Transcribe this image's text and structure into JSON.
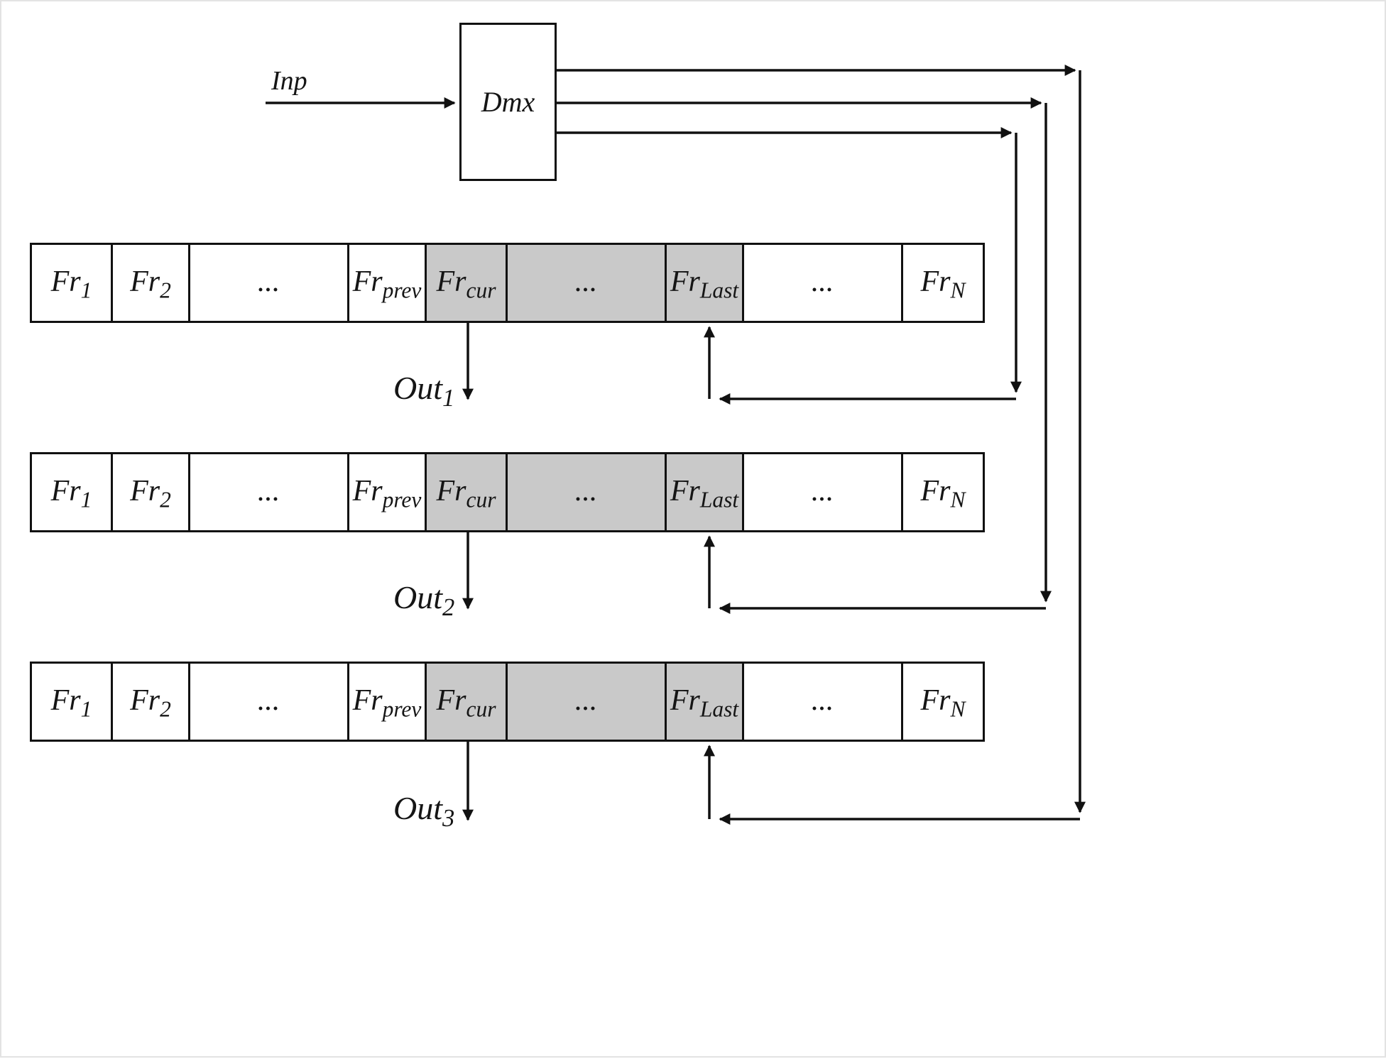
{
  "figure": {
    "input": {
      "label": "Inp"
    },
    "demux": {
      "label": "Dmx"
    },
    "rows": [
      {
        "out_label": {
          "base": "Out",
          "sub": "1"
        },
        "cells": [
          {
            "base": "Fr",
            "sub": "1",
            "shaded": false
          },
          {
            "base": "Fr",
            "sub": "2",
            "shaded": false
          },
          {
            "base": "...",
            "sub": "",
            "shaded": false
          },
          {
            "base": "Fr",
            "sub": "prev",
            "shaded": false
          },
          {
            "base": "Fr",
            "sub": "cur",
            "shaded": true
          },
          {
            "base": "...",
            "sub": "",
            "shaded": true
          },
          {
            "base": "Fr",
            "sub": "Last",
            "shaded": true
          },
          {
            "base": "...",
            "sub": "",
            "shaded": false
          },
          {
            "base": "Fr",
            "sub": "N",
            "shaded": false
          }
        ]
      },
      {
        "out_label": {
          "base": "Out",
          "sub": "2"
        },
        "cells": [
          {
            "base": "Fr",
            "sub": "1",
            "shaded": false
          },
          {
            "base": "Fr",
            "sub": "2",
            "shaded": false
          },
          {
            "base": "...",
            "sub": "",
            "shaded": false
          },
          {
            "base": "Fr",
            "sub": "prev",
            "shaded": false
          },
          {
            "base": "Fr",
            "sub": "cur",
            "shaded": true
          },
          {
            "base": "...",
            "sub": "",
            "shaded": true
          },
          {
            "base": "Fr",
            "sub": "Last",
            "shaded": true
          },
          {
            "base": "...",
            "sub": "",
            "shaded": false
          },
          {
            "base": "Fr",
            "sub": "N",
            "shaded": false
          }
        ]
      },
      {
        "out_label": {
          "base": "Out",
          "sub": "3"
        },
        "cells": [
          {
            "base": "Fr",
            "sub": "1",
            "shaded": false
          },
          {
            "base": "Fr",
            "sub": "2",
            "shaded": false
          },
          {
            "base": "...",
            "sub": "",
            "shaded": false
          },
          {
            "base": "Fr",
            "sub": "prev",
            "shaded": false
          },
          {
            "base": "Fr",
            "sub": "cur",
            "shaded": true
          },
          {
            "base": "...",
            "sub": "",
            "shaded": true
          },
          {
            "base": "Fr",
            "sub": "Last",
            "shaded": true
          },
          {
            "base": "...",
            "sub": "",
            "shaded": false
          },
          {
            "base": "Fr",
            "sub": "N",
            "shaded": false
          }
        ]
      }
    ],
    "colors": {
      "line": "#111111",
      "shaded_cell": "#c9c9c9",
      "background": "#ffffff"
    }
  }
}
